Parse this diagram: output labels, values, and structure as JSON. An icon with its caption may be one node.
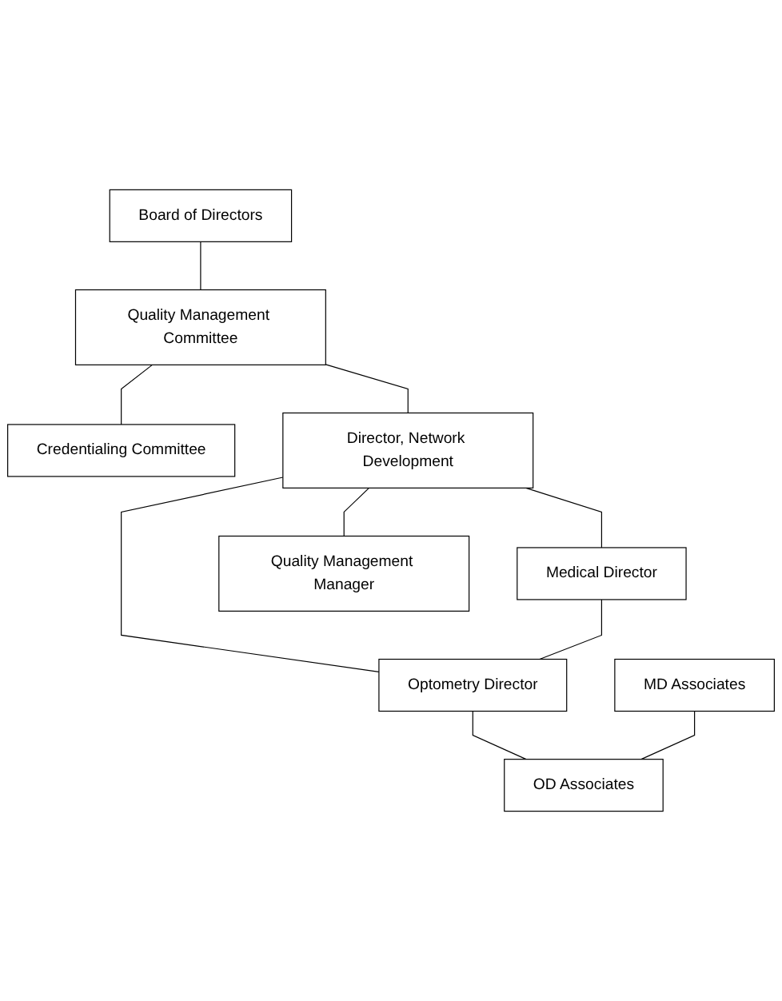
{
  "diagram": {
    "nodes": [
      {
        "text": [
          "Board of Directors"
        ]
      },
      {
        "text": [
          "Quality Management Committee"
        ]
      },
      {
        "text": [
          "Credentialing Committee"
        ]
      },
      {
        "text": [
          "Director, Network Development"
        ]
      },
      {
        "text": [
          "Medical Director"
        ]
      },
      {
        "text": [
          "Optometry Director"
        ]
      },
      {
        "text": [
          "MD Associates"
        ]
      },
      {
        "text": [
          "OD Associates"
        ]
      },
      {
        "text": [
          "Quality Management Manager"
        ]
      }
    ],
    "edges": [
      {
        "from": 0,
        "to": 1,
        "arrow": "none"
      },
      {
        "from": 1,
        "to": 3,
        "arrow": "none"
      },
      {
        "from": 1,
        "to": 2,
        "arrow": "none"
      },
      {
        "from": 3,
        "to": 4,
        "arrow": "none"
      },
      {
        "from": 3,
        "to": 5,
        "arrow": "none"
      },
      {
        "from": 3,
        "to": 8,
        "arrow": "none"
      },
      {
        "from": 4,
        "to": 5,
        "arrow": "none"
      },
      {
        "from": 5,
        "to": 7,
        "arrow": "none"
      },
      {
        "from": 6,
        "to": 7,
        "arrow": "none"
      }
    ]
  }
}
